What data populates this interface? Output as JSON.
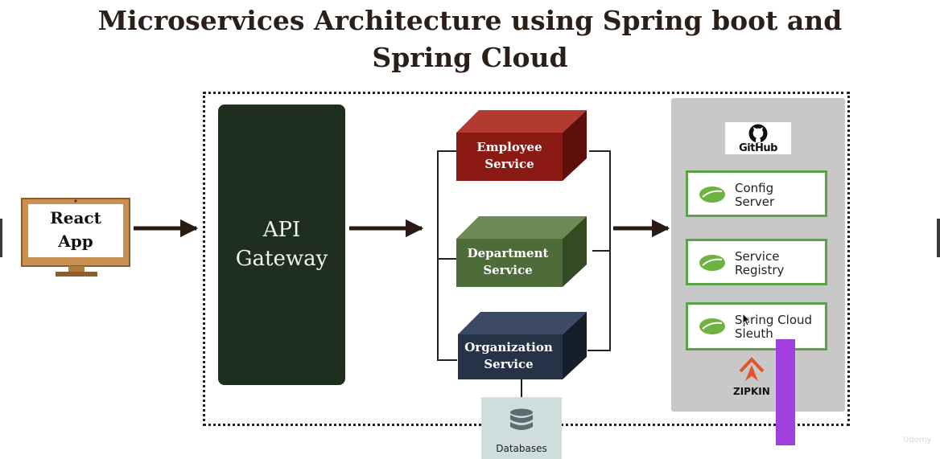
{
  "title": {
    "line1": "Microservices Architecture using Spring boot and",
    "line2": "Spring Cloud"
  },
  "client": {
    "line1": "React",
    "line2": "App"
  },
  "gateway": {
    "label": "API\nGateway"
  },
  "services": [
    {
      "line1": "Employee",
      "line2": "Service",
      "color": "#8b1a14"
    },
    {
      "line1": "Department",
      "line2": "Service",
      "color": "#4e6b3a"
    },
    {
      "line1": "Organization",
      "line2": "Service",
      "color": "#263246"
    }
  ],
  "database": {
    "label": "Databases"
  },
  "sidebar": {
    "github_label": "GitHub",
    "items": [
      {
        "label": "Config\nServer"
      },
      {
        "label": "Service\nRegistry"
      },
      {
        "label": "Spring Cloud\nSleuth"
      }
    ],
    "zipkin_label": "ZIPKIN"
  },
  "watermark": "Udemy",
  "colors": {
    "gateway": "#1e2f1e",
    "spring_green": "#5aa34a",
    "zipkin_orange": "#e5532a",
    "highlight_bar": "#a040e0"
  }
}
